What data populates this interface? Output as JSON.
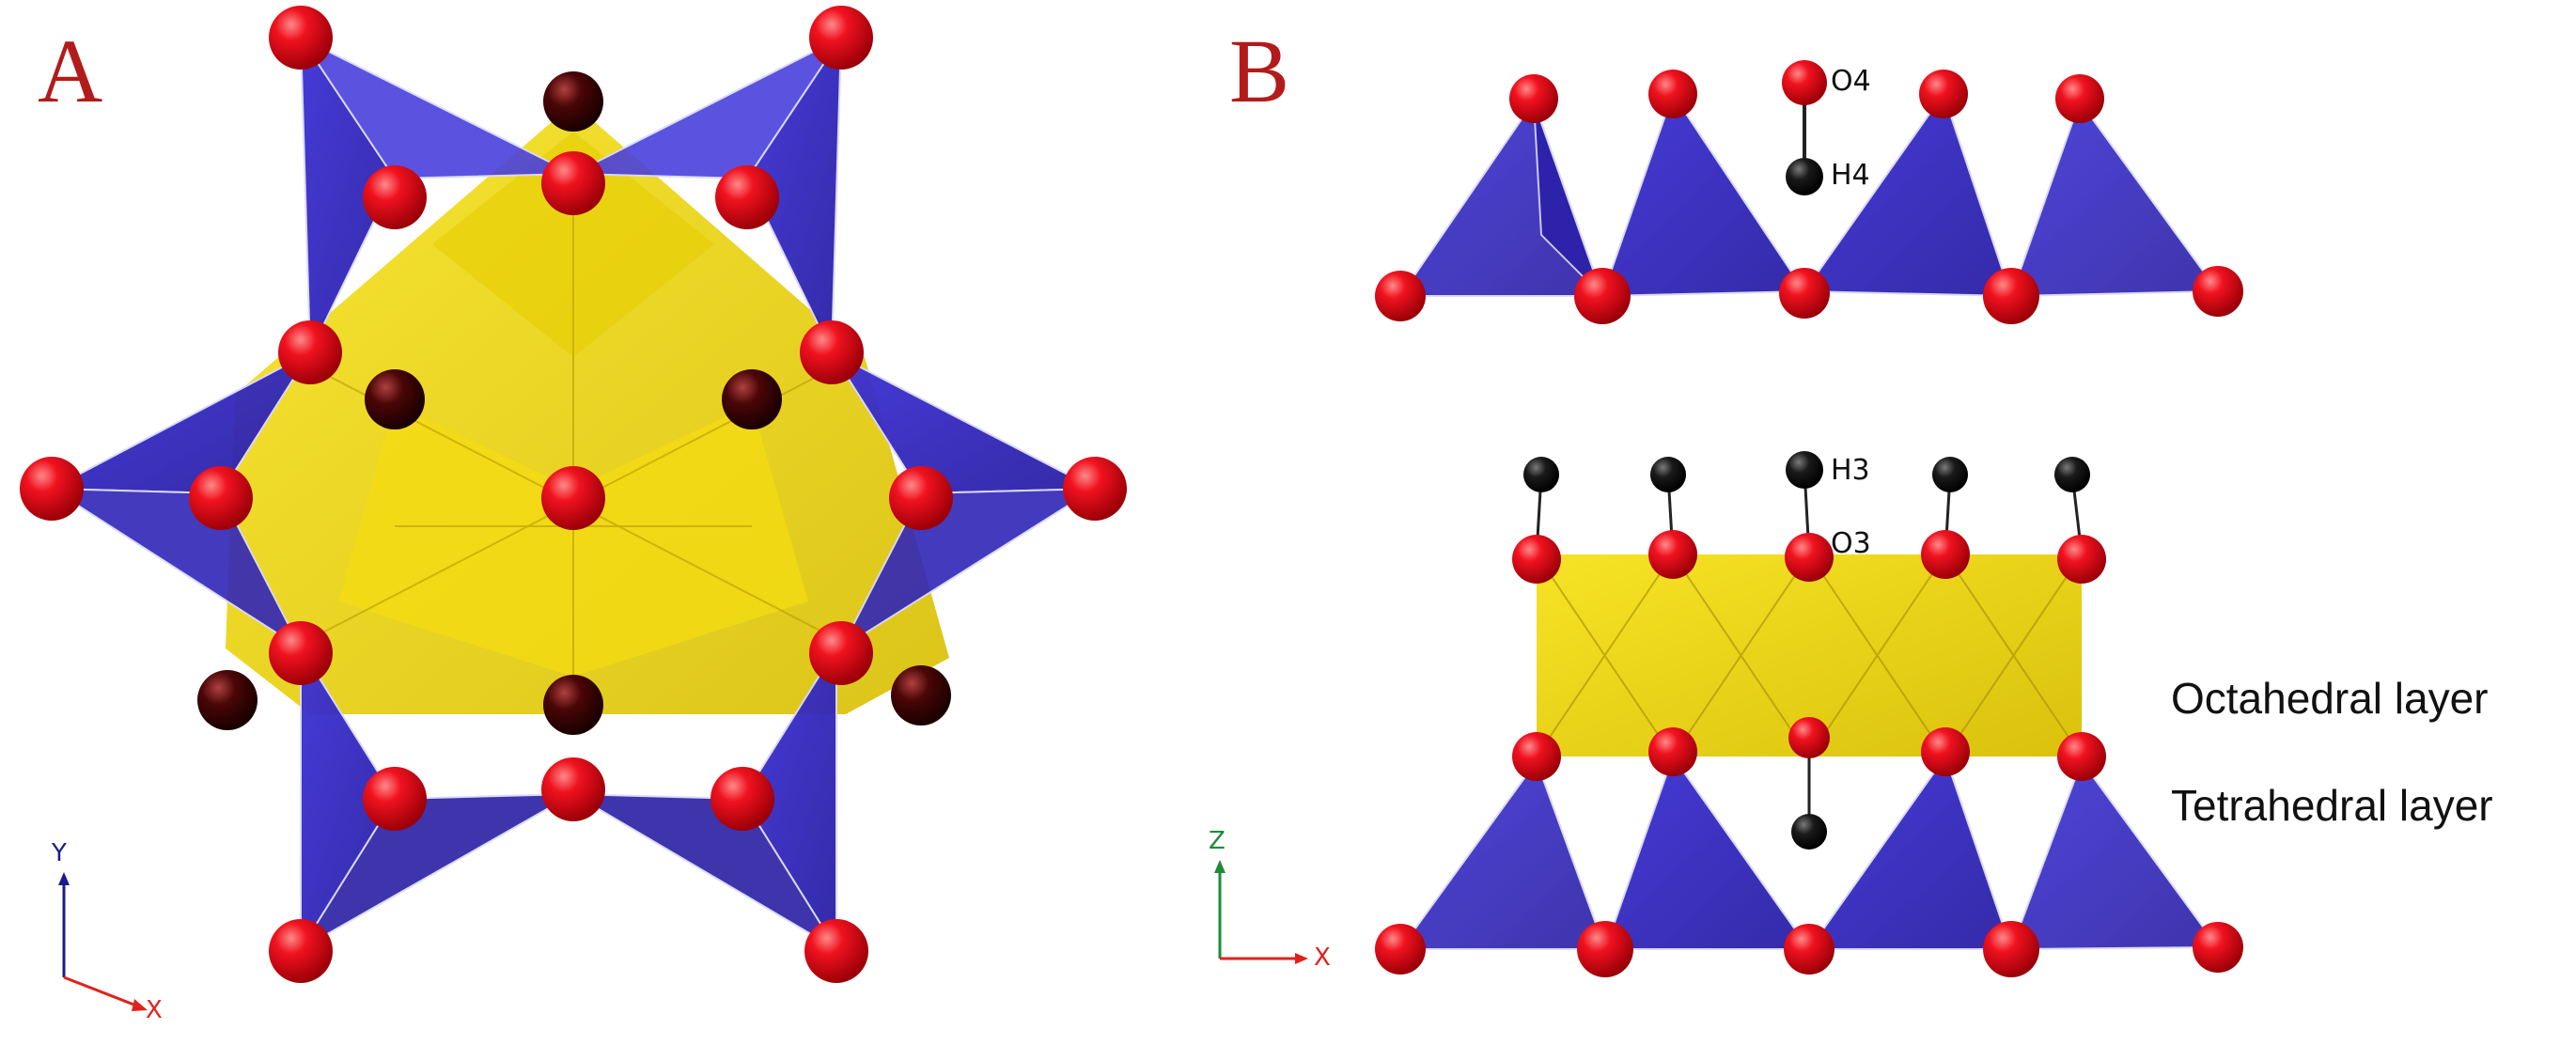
{
  "panels": {
    "a": {
      "letter": "A"
    },
    "b": {
      "letter": "B"
    }
  },
  "atom_labels": {
    "o4": "O4",
    "h4": "H4",
    "h3": "H3",
    "o3": "O3"
  },
  "layer_labels": {
    "octahedral": "Octahedral layer",
    "tetrahedral": "Tetrahedral layer"
  },
  "axes": {
    "a": {
      "vertical": "Y",
      "horizontal": "X"
    },
    "b": {
      "vertical": "Z",
      "horizontal": "X"
    }
  },
  "colors": {
    "tetrahedra": "#3b2fc4",
    "octahedra": "#f2d400",
    "oxygen": "#e3091a",
    "hydrogen": "#111111",
    "panel_letter": "#b31b1b"
  }
}
